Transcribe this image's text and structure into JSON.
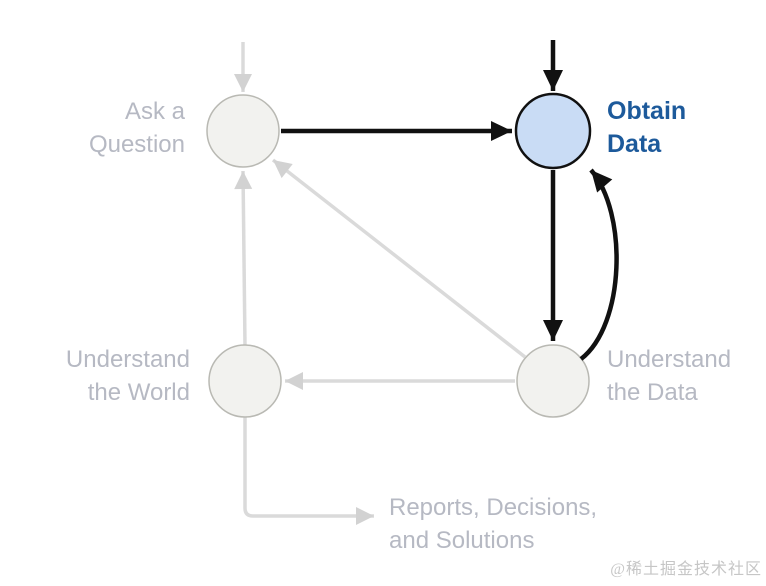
{
  "figure": {
    "type": "flow-diagram",
    "highlighted_stage": "Obtain Data"
  },
  "nodes": {
    "ask_question": {
      "line1": "Ask a",
      "line2": "Question",
      "state": "inactive"
    },
    "obtain_data": {
      "line1": "Obtain",
      "line2": "Data",
      "state": "active"
    },
    "understand_world": {
      "line1": "Understand",
      "line2": "the World",
      "state": "inactive"
    },
    "understand_data": {
      "line1": "Understand",
      "line2": "the Data",
      "state": "inactive"
    },
    "reports": {
      "line1": "Reports, Decisions,",
      "line2": "and Solutions",
      "state": "inactive"
    }
  },
  "edges": [
    {
      "from": "start",
      "to": "ask_question",
      "style": "inactive",
      "shape": "straight"
    },
    {
      "from": "start",
      "to": "obtain_data",
      "style": "active",
      "shape": "straight"
    },
    {
      "from": "ask_question",
      "to": "obtain_data",
      "style": "active",
      "shape": "straight"
    },
    {
      "from": "obtain_data",
      "to": "understand_data",
      "style": "active",
      "shape": "straight"
    },
    {
      "from": "understand_data",
      "to": "obtain_data",
      "style": "active",
      "shape": "curved"
    },
    {
      "from": "understand_data",
      "to": "ask_question",
      "style": "inactive",
      "shape": "straight"
    },
    {
      "from": "understand_data",
      "to": "understand_world",
      "style": "inactive",
      "shape": "straight"
    },
    {
      "from": "understand_world",
      "to": "ask_question",
      "style": "inactive",
      "shape": "straight"
    },
    {
      "from": "understand_world",
      "to": "reports",
      "style": "inactive",
      "shape": "elbow"
    }
  ],
  "colors": {
    "node_active_fill": "#c9dcf5",
    "node_active_stroke": "#111111",
    "node_inactive_fill": "#f2f2ef",
    "node_inactive_stroke": "#b9b9b3",
    "active_arrow": "#111111",
    "inactive_arrow": "#dadada",
    "inactive_arrowhead": "#d2d2d2",
    "active_label": "#1d5a9b",
    "inactive_label": "#b6b9c3"
  },
  "watermark": {
    "text": "@稀土掘金技术社区"
  }
}
